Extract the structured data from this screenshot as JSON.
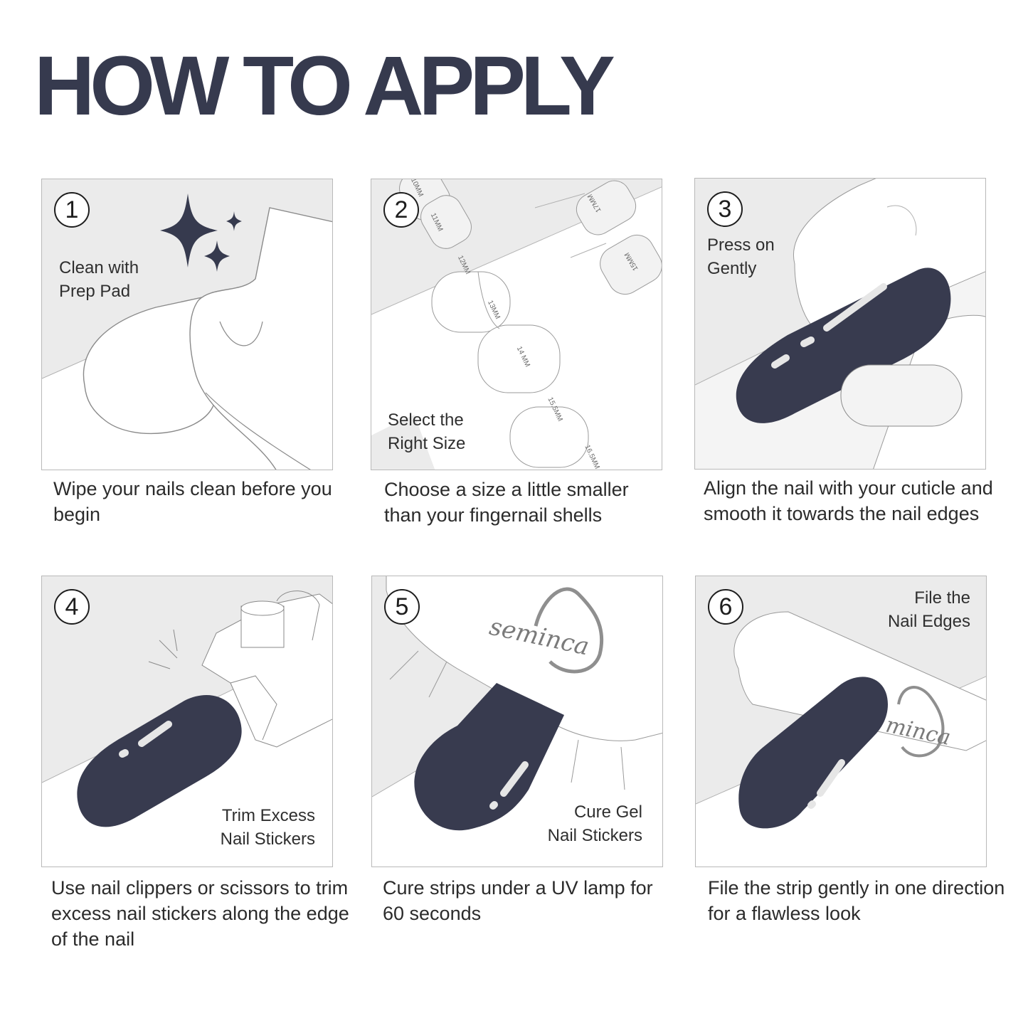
{
  "title": "HOW TO APPLY",
  "colors": {
    "ink": "#363a4e",
    "panel_bg": "#ebebeb",
    "panel_border": "#b9b9b9",
    "nail": "#383b4f"
  },
  "steps": [
    {
      "number": "1",
      "label_lines": [
        "Clean with",
        "Prep Pad"
      ],
      "caption": "Wipe your nails clean before you begin"
    },
    {
      "number": "2",
      "label_lines": [
        "Select the",
        "Right Size"
      ],
      "caption": "Choose a size a little smaller than your fingernail shells",
      "sizes": [
        "10MM",
        "11MM",
        "12MM",
        "13MM",
        "14 MM",
        "15.5MM",
        "16.5MM",
        "17MM",
        "15MM"
      ]
    },
    {
      "number": "3",
      "label_lines": [
        "Press on",
        "Gently"
      ],
      "caption": "Align the nail with your cuticle and smooth it towards the nail edges"
    },
    {
      "number": "4",
      "label_lines": [
        "Trim Excess",
        "Nail Stickers"
      ],
      "caption": "Use nail clippers or scissors to trim excess nail stickers along the edge of the nail"
    },
    {
      "number": "5",
      "label_lines": [
        "Cure Gel",
        "Nail Stickers"
      ],
      "caption": "Cure strips under a UV lamp for 60 seconds",
      "logo_text": "seminca"
    },
    {
      "number": "6",
      "label_lines": [
        "File the",
        "Nail Edges"
      ],
      "caption": "File the strip gently in one direction for a flawless look",
      "logo_text": "minca"
    }
  ]
}
